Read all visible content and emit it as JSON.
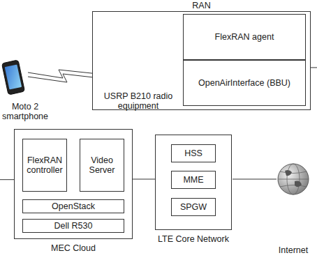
{
  "diagram": {
    "nodes": [
      {
        "text": [
          "RAN"
        ]
      },
      {
        "text": [
          "FlexRAN agent"
        ],
        "in": 0
      },
      {
        "text": [
          "OpenAirInterface (BBU)"
        ],
        "in": 0
      },
      {
        "text": [
          "MEC Cloud"
        ]
      },
      {
        "text": [
          "FlexRAN controller"
        ],
        "in": 3
      },
      {
        "text": [
          "Video Server"
        ],
        "in": 3
      },
      {
        "text": [
          "OpenStack"
        ],
        "in": 3
      },
      {
        "text": [
          "Dell R530"
        ],
        "in": 3
      },
      {
        "text": [
          "LTE Core Network"
        ]
      },
      {
        "text": [
          "HSS"
        ],
        "in": 8
      },
      {
        "text": [
          "MME"
        ],
        "in": 8
      },
      {
        "text": [
          "SPGW"
        ],
        "in": 8
      }
    ],
    "edges": [
      {
        "from": 0,
        "to": 3,
        "arrow": "none"
      },
      {
        "from": 4,
        "to": 5,
        "arrow": "to"
      },
      {
        "from": 3,
        "to": 8,
        "arrow": "none"
      }
    ],
    "labels": [
      "Moto 2 smartphone",
      "USRP B210 radio equipment",
      "Internet"
    ]
  }
}
